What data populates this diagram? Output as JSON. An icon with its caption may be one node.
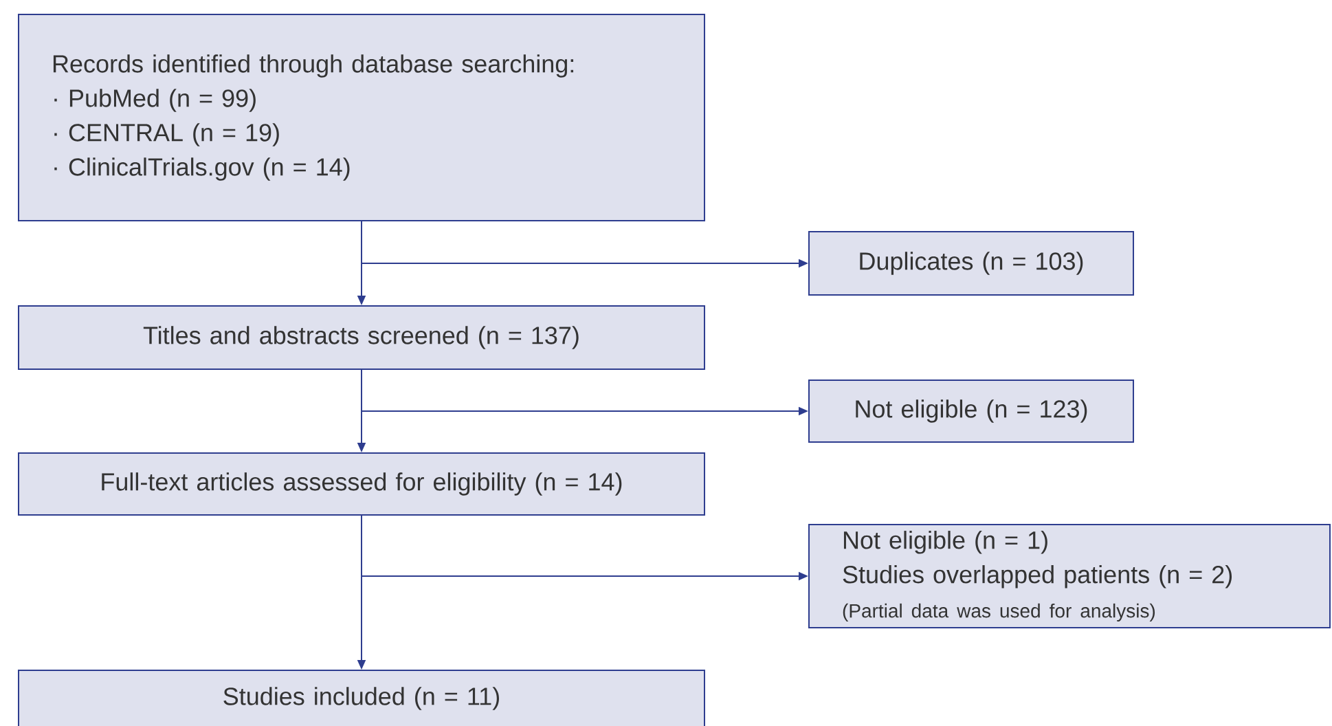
{
  "diagram": {
    "nodes": [
      {
        "text": [
          "Records identified through database searching:",
          "· PubMed (n = 99)",
          "· CENTRAL (n = 19)",
          "· ClinicalTrials.gov (n = 14)"
        ]
      },
      {
        "text": [
          "Duplicates (n = 103)"
        ]
      },
      {
        "text": [
          "Titles and abstracts screened (n = 137)"
        ]
      },
      {
        "text": [
          "Not eligible (n = 123)"
        ]
      },
      {
        "text": [
          "Full-text articles assessed for eligibility (n = 14)"
        ]
      },
      {
        "text": [
          "Not eligible (n = 1)",
          "Studies overlapped patients (n = 2)",
          "(Partial data was used for analysis)"
        ]
      },
      {
        "text": [
          "Studies included (n = 11)"
        ]
      }
    ],
    "edges": [
      {
        "from": 0,
        "to": 2,
        "arrow": "to"
      },
      {
        "from": 0,
        "to": 1,
        "arrow": "to"
      },
      {
        "from": 2,
        "to": 4,
        "arrow": "to"
      },
      {
        "from": 2,
        "to": 3,
        "arrow": "to"
      },
      {
        "from": 4,
        "to": 6,
        "arrow": "to"
      },
      {
        "from": 4,
        "to": 5,
        "arrow": "to"
      }
    ]
  }
}
